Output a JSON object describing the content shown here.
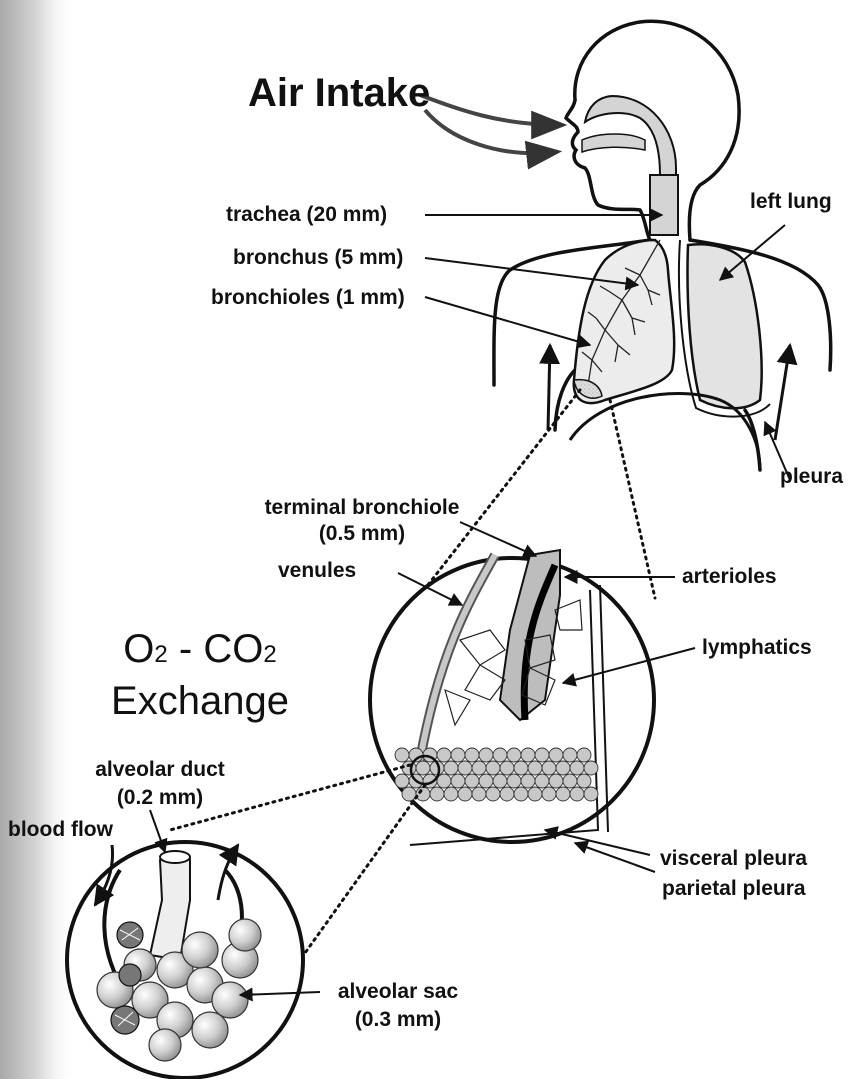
{
  "labels": {
    "air_intake": "Air Intake",
    "trachea": "trachea (20 mm)",
    "bronchus": "bronchus (5 mm)",
    "bronchioles": "bronchioles (1 mm)",
    "left_lung": "left lung",
    "pleura": "pleura",
    "terminal_bronchiole": "terminal bronchiole",
    "terminal_bronchiole_size": "(0.5 mm)",
    "venules": "venules",
    "arterioles": "arterioles",
    "lymphatics": "lymphatics",
    "exchange_line1_o": "O",
    "exchange_line1_o_sub": "2",
    "exchange_line1_mid": " - CO",
    "exchange_line1_co_sub": "2",
    "exchange_line2": "Exchange",
    "alveolar_duct": "alveolar duct",
    "alveolar_duct_size": "(0.2 mm)",
    "blood_flow": "blood flow",
    "visceral_pleura": "visceral pleura",
    "parietal_pleura": "parietal pleura",
    "alveolar_sac": "alveolar sac",
    "alveolar_sac_size": "(0.3 mm)"
  },
  "colors": {
    "ink": "#111111",
    "airway_fill": "#d4d4d4",
    "lung_fill": "#e3e3e3",
    "side_gradient": "#bdbdbd",
    "alveoli_fill": "#c8c8c8"
  }
}
